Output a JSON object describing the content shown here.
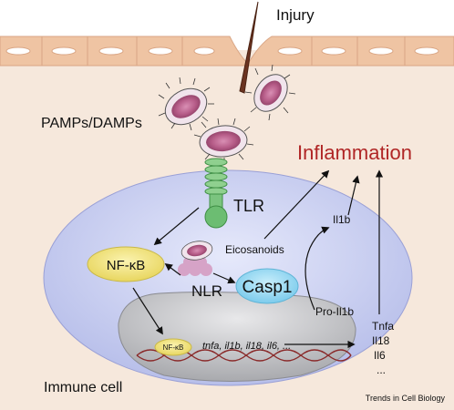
{
  "labels": {
    "injury": "Injury",
    "pamps_damps": "PAMPs/DAMPs",
    "inflammation": "Inflammation",
    "tlr": "TLR",
    "il1b": "Il1b",
    "nfkb": "NF-κB",
    "eicosanoids": "Eicosanoids",
    "nlr": "NLR",
    "casp1": "Casp1",
    "pro_il1b": "Pro-Il1b",
    "nfkb_small": "NF-κB",
    "genes": "tnfa, il1b, il18, il6, ...",
    "immune_cell": "Immune cell",
    "cytokines": [
      "Tnfa",
      "Il18",
      "Il6",
      "..."
    ],
    "credit": "Trends in Cell Biology"
  },
  "colors": {
    "tissue": "#f4e6d9",
    "epithelium": "#f0c7a6",
    "cell": "#c8cdf0",
    "nucleus": "#cfd0d4",
    "pathogen": "#c26c97",
    "tlr": "#7bc47f",
    "nfkb": "#f0e27a",
    "casp1": "#8fd6f0",
    "inflammation_text": "#b02626"
  }
}
